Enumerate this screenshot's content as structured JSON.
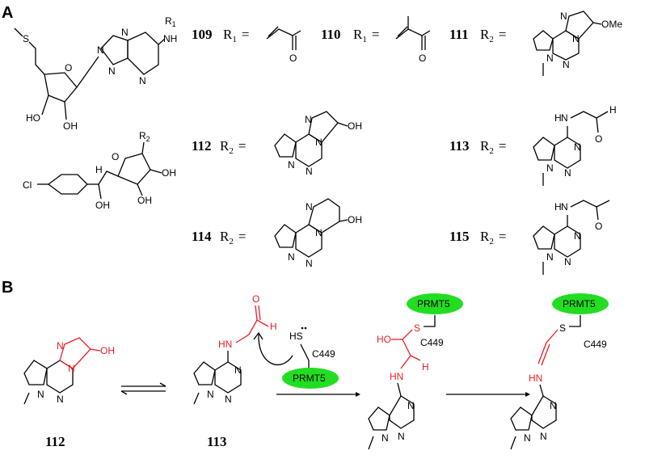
{
  "panels": {
    "a": "A",
    "b": "B"
  },
  "colors": {
    "highlight": "#ee1c24",
    "enzyme": "#22dd22"
  },
  "panel_a": {
    "compounds": [
      {
        "id": "109",
        "rgroup": "R",
        "sub": "1",
        "eq": "="
      },
      {
        "id": "110",
        "rgroup": "R",
        "sub": "1",
        "eq": "="
      },
      {
        "id": "111",
        "rgroup": "R",
        "sub": "2",
        "eq": "="
      },
      {
        "id": "112",
        "rgroup": "R",
        "sub": "2",
        "eq": "="
      },
      {
        "id": "113",
        "rgroup": "R",
        "sub": "2",
        "eq": "="
      },
      {
        "id": "114",
        "rgroup": "R",
        "sub": "2",
        "eq": "="
      },
      {
        "id": "115",
        "rgroup": "R",
        "sub": "2",
        "eq": "="
      }
    ],
    "atoms": {
      "s": "S",
      "n": "N",
      "o": "O",
      "nh": "NH",
      "ho": "HO",
      "oh": "OH",
      "cl": "Cl",
      "h": "H",
      "ome": "OMe",
      "r1": "R",
      "r1sub": "1",
      "r2": "R",
      "r2sub": "2"
    }
  },
  "panel_b": {
    "labels": [
      "112",
      "113"
    ],
    "enzyme": "PRMT5",
    "residue": "C449",
    "atoms": {
      "hs": "HS",
      "s": "S",
      "h": "H",
      "o": "O",
      "hn": "HN",
      "ho": "HO",
      "n": "N",
      "oh": "OH"
    }
  }
}
